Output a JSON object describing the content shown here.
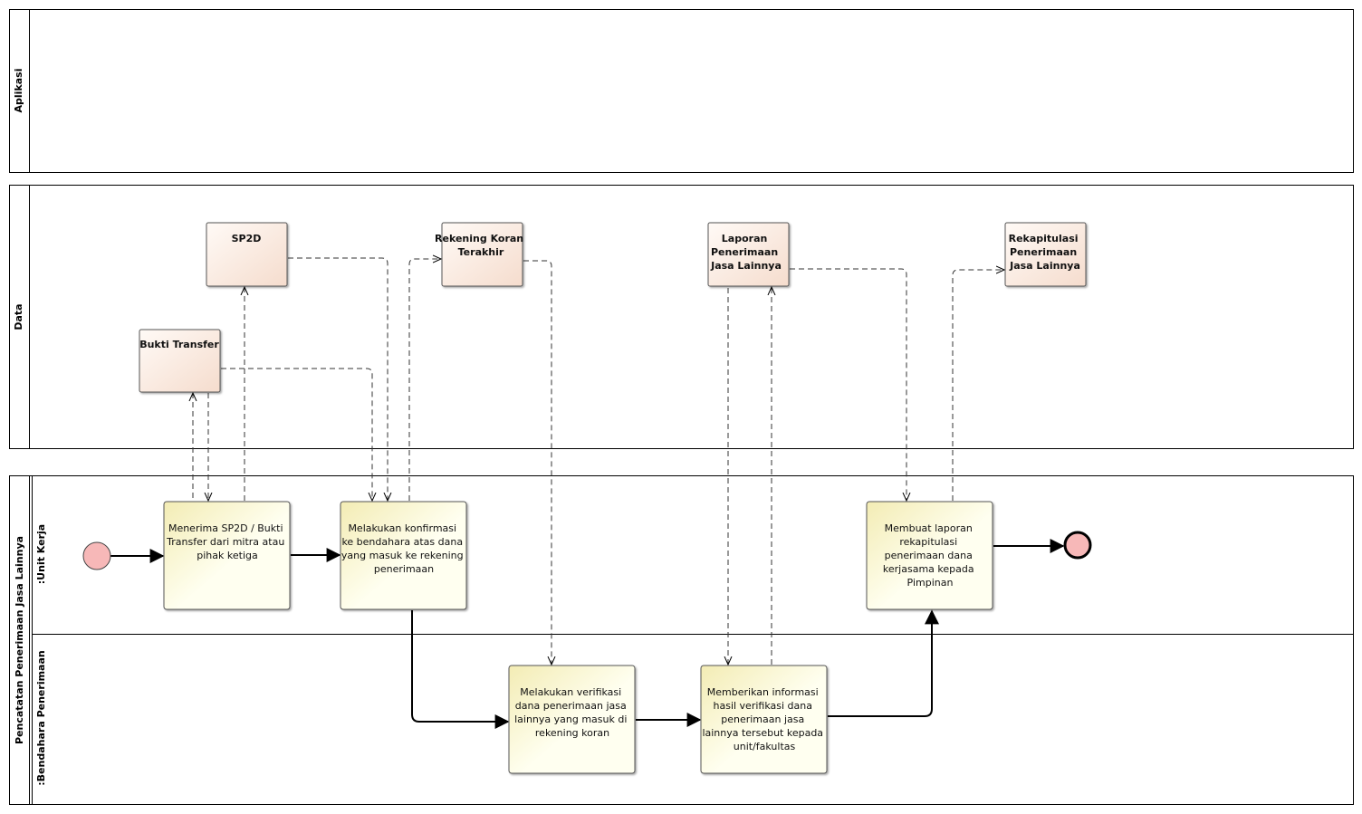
{
  "pools": {
    "aplikasi": {
      "label": "Aplikasi"
    },
    "data": {
      "label": "Data"
    },
    "process": {
      "label": "Pencatatan Penerimaan Jasa Lainnya",
      "lanes": {
        "unit_kerja": "Unit Kerja",
        "bendahara": "Bendahara Penerimaan"
      }
    }
  },
  "data_objects": {
    "sp2d": [
      "SP2D"
    ],
    "bukti_transfer": [
      "Bukti Transfer"
    ],
    "rekening_koran": [
      "Rekening Koran",
      "Terakhir"
    ],
    "laporan": [
      "Laporan",
      "Penerimaan",
      "Jasa Lainnya"
    ],
    "rekapitulasi": [
      "Rekapitulasi",
      "Penerimaan",
      "Jasa Lainnya"
    ]
  },
  "tasks": {
    "menerima": [
      "Menerima SP2D /  Bukti",
      "Transfer dari mitra atau",
      "pihak ketiga"
    ],
    "konfirmasi": [
      "Melakukan konfirmasi",
      "ke bendahara atas dana",
      "yang masuk ke rekening",
      "penerimaan"
    ],
    "verifikasi": [
      "Melakukan verifikasi",
      "dana penerimaan jasa",
      "lainnya yang masuk di",
      "rekening koran"
    ],
    "informasi": [
      "Memberikan informasi",
      "hasil verifikasi dana",
      "penerimaan jasa",
      "lainnya tersebut kepada",
      "unit/fakultas"
    ],
    "laporan": [
      "Membuat laporan",
      "rekapitulasi",
      "penerimaan dana",
      "kerjasama kepada",
      "Pimpinan"
    ]
  },
  "colors": {
    "task_fill_light": "#fffff0",
    "task_fill_dark": "#f3ecb4",
    "data_fill_light": "#fffaf6",
    "data_fill_dark": "#f5dccd",
    "event_fill": "#f7b8b8",
    "line": "#000000"
  }
}
